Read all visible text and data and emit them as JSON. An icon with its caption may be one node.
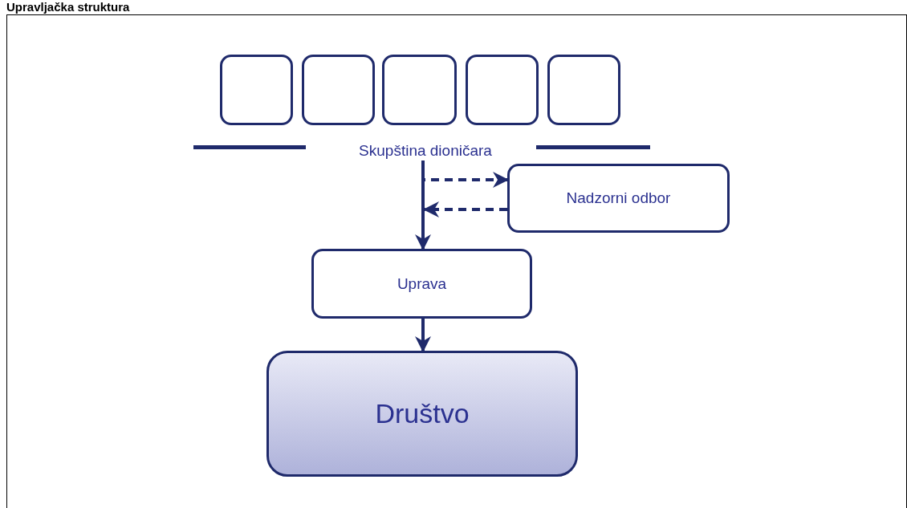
{
  "diagram": {
    "title": "Upravljačka struktura",
    "nodes": [
      {
        "text": [],
        "shape": "box"
      },
      {
        "text": [],
        "shape": "box"
      },
      {
        "text": [],
        "shape": "box"
      },
      {
        "text": [],
        "shape": "box"
      },
      {
        "text": [],
        "shape": "box"
      },
      {
        "text": [
          "Skupština dioničara"
        ]
      },
      {
        "text": [
          "Nadzorni odbor"
        ]
      },
      {
        "text": [
          "Uprava"
        ]
      },
      {
        "text": [
          "Društvo"
        ]
      }
    ],
    "edges": [
      {
        "from": 5,
        "to": 7,
        "arrow": "to"
      },
      {
        "from": 5,
        "to": 6,
        "arrow": "to",
        "style": "dashed"
      },
      {
        "from": 6,
        "to": null,
        "arrow": "to",
        "style": "dashed"
      },
      {
        "from": 7,
        "to": 8,
        "arrow": "to"
      }
    ]
  }
}
